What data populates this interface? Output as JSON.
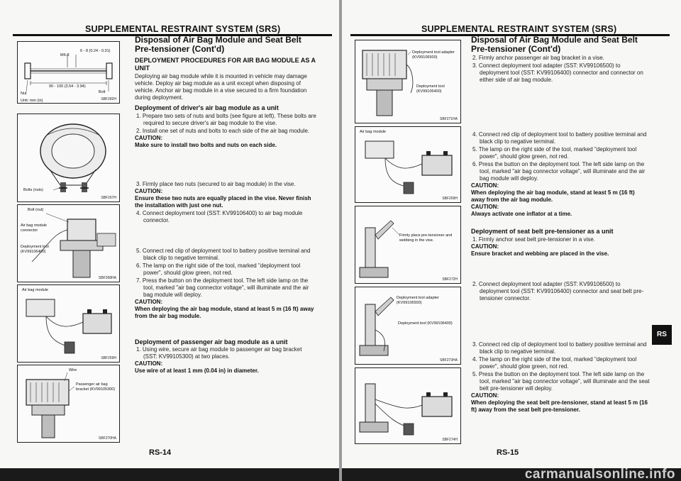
{
  "left": {
    "header": "SUPPLEMENTAL RESTRAINT SYSTEM (SRS)",
    "title_line1": "Disposal of Air Bag Module and Seat Belt",
    "title_line2": "Pre-tensioner (Cont'd)",
    "sections": {
      "unit_heading": "DEPLOYMENT PROCEDURES FOR AIR BAG MODULE AS A UNIT",
      "unit_text": "Deploying air bag module while it is mounted in vehicle may damage vehicle. Deploy air bag module as a unit except when disposing of vehicle. Anchor air bag module in a vise secured to a firm foundation during deployment.",
      "driver_heading": "Deployment of driver's air bag module as a unit",
      "driver_steps": [
        "1. Prepare two sets of nuts and bolts (see figure at left). These bolts are required to secure driver's air bag module to the vise.",
        "2. Install one set of nuts and bolts to each side of the air bag module."
      ],
      "caution1_label": "CAUTION:",
      "caution1_text": "Make sure to install two bolts and nuts on each side.",
      "step3": "3. Firmly place two nuts (secured to air bag module) in the vise.",
      "caution2_label": "CAUTION:",
      "caution2_text": "Ensure these two nuts are equally placed in the vise. Never finish the installation with just one nut.",
      "step4": "4. Connect deployment tool (SST: KV99106400) to air bag module connector.",
      "steps_5_7": [
        "5. Connect red clip of deployment tool to battery positive terminal and black clip to negative terminal.",
        "6. The lamp on the right side of the tool, marked \"deployment tool power\", should glow green, not red.",
        "7. Press the button on the deployment tool. The left side lamp on the tool, marked \"air bag connector voltage\", will illuminate and the air bag module will deploy."
      ],
      "caution3_label": "CAUTION:",
      "caution3_text": "When deploying the air bag module, stand at least 5 m (16 ft) away from the air bag module.",
      "passenger_heading": "Deployment of passenger air bag module as a unit",
      "passenger_step1": "1. Using wire, secure air bag module to passenger air bag bracket (SST: KV99105300) at two places.",
      "caution4_label": "CAUTION:",
      "caution4_text": "Use wire of at least 1 mm (0.04 in) in diameter."
    },
    "figures": {
      "f1_m6": "M6-8",
      "f1_dim_top": "6 - 8 (0.24 - 0.31)",
      "f1_dim_bottom": "90 - 100 (3.54 - 3.94)",
      "f1_nut": "Nut",
      "f1_bolt": "Bolt",
      "f1_unit": "Unit: mm (in)",
      "f1_code": "SBF282H",
      "f2_label": "Bolts (nuts)",
      "f2_code": "SBF267H",
      "f3_bolt": "Bolt (nut)",
      "f3_connector": "Air bag module connector",
      "f3_tool": "Deployment tool (KV99106400)",
      "f3_code": "SBF268HA",
      "f4_label": "Air bag module",
      "f4_code": "SBF269H",
      "f5_wire": "Wire",
      "f5_bracket": "Passenger air bag bracket (KV99105300)",
      "f5_code": "SBF270HA"
    },
    "folio": "RS-14"
  },
  "right": {
    "header": "SUPPLEMENTAL RESTRAINT SYSTEM (SRS)",
    "title_line1": "Disposal of Air Bag Module and Seat Belt",
    "title_line2": "Pre-tensioner (Cont'd)",
    "steps_a": [
      "2. Firmly anchor passenger air bag bracket in a vise.",
      "3. Connect deployment tool adapter (SST: KV99106500) to deployment tool (SST: KV99106400) connector and connector on either side of air bag module."
    ],
    "steps_b": [
      "4. Connect red clip of deployment tool to battery positive terminal and black clip to negative terminal.",
      "5. The lamp on the right side of the tool, marked \"deployment tool power\", should glow green, not red.",
      "6. Press the button on the deployment tool. The left side lamp on the tool, marked \"air bag connector voltage\", will illuminate and the air bag module will deploy."
    ],
    "caution1_label": "CAUTION:",
    "caution1_text": "When deploying the air bag module, stand at least 5 m (16 ft) away from the air bag module.",
    "caution2_label": "CAUTION:",
    "caution2_text": "Always activate one inflator at a time.",
    "sbp_heading": "Deployment of seat belt pre-tensioner as a unit",
    "sbp_step1": "1. Firmly anchor seat belt pre-tensioner in a vise.",
    "caution3_label": "CAUTION:",
    "caution3_text": "Ensure bracket and webbing are placed in the vise.",
    "sbp_step2": "2. Connect deployment tool adapter (SST: KV99106500) to deployment tool (SST: KV99106400) connector and seat belt pre-tensioner connector.",
    "steps_c": [
      "3. Connect red clip of deployment tool to battery positive terminal and black clip to negative terminal.",
      "4. The lamp on the right side of the tool, marked \"deployment tool power\", should glow green, not red.",
      "5. Press the button on the deployment tool. The left side lamp on the tool, marked \"air bag connector voltage\", will illuminate and the seat belt pre-tensioner will deploy."
    ],
    "caution4_label": "CAUTION:",
    "caution4_text": "When deploying the seat belt pre-tensioner, stand at least 5 m (16 ft) away from the seat belt pre-tensioner.",
    "figures": {
      "g1_adapter": "Deployment tool adapter (KV99106500)",
      "g1_tool": "Deployment tool (KV99106400)",
      "g1_code": "SBF271HA",
      "g2_label": "Air bag module",
      "g2_code": "SBF269H",
      "g3_label": "Firmly place pre-tensioner and webbing in the vise.",
      "g3_code": "SBF272H",
      "g4_adapter": "Deployment tool adapter (KV99106500)",
      "g4_tool": "Deployment tool (KV99106400)",
      "g4_code": "SBF273HA",
      "g5_code": "SBF274H"
    },
    "tab": "RS",
    "folio": "RS-15"
  },
  "watermark": "carmanualsonline.info"
}
